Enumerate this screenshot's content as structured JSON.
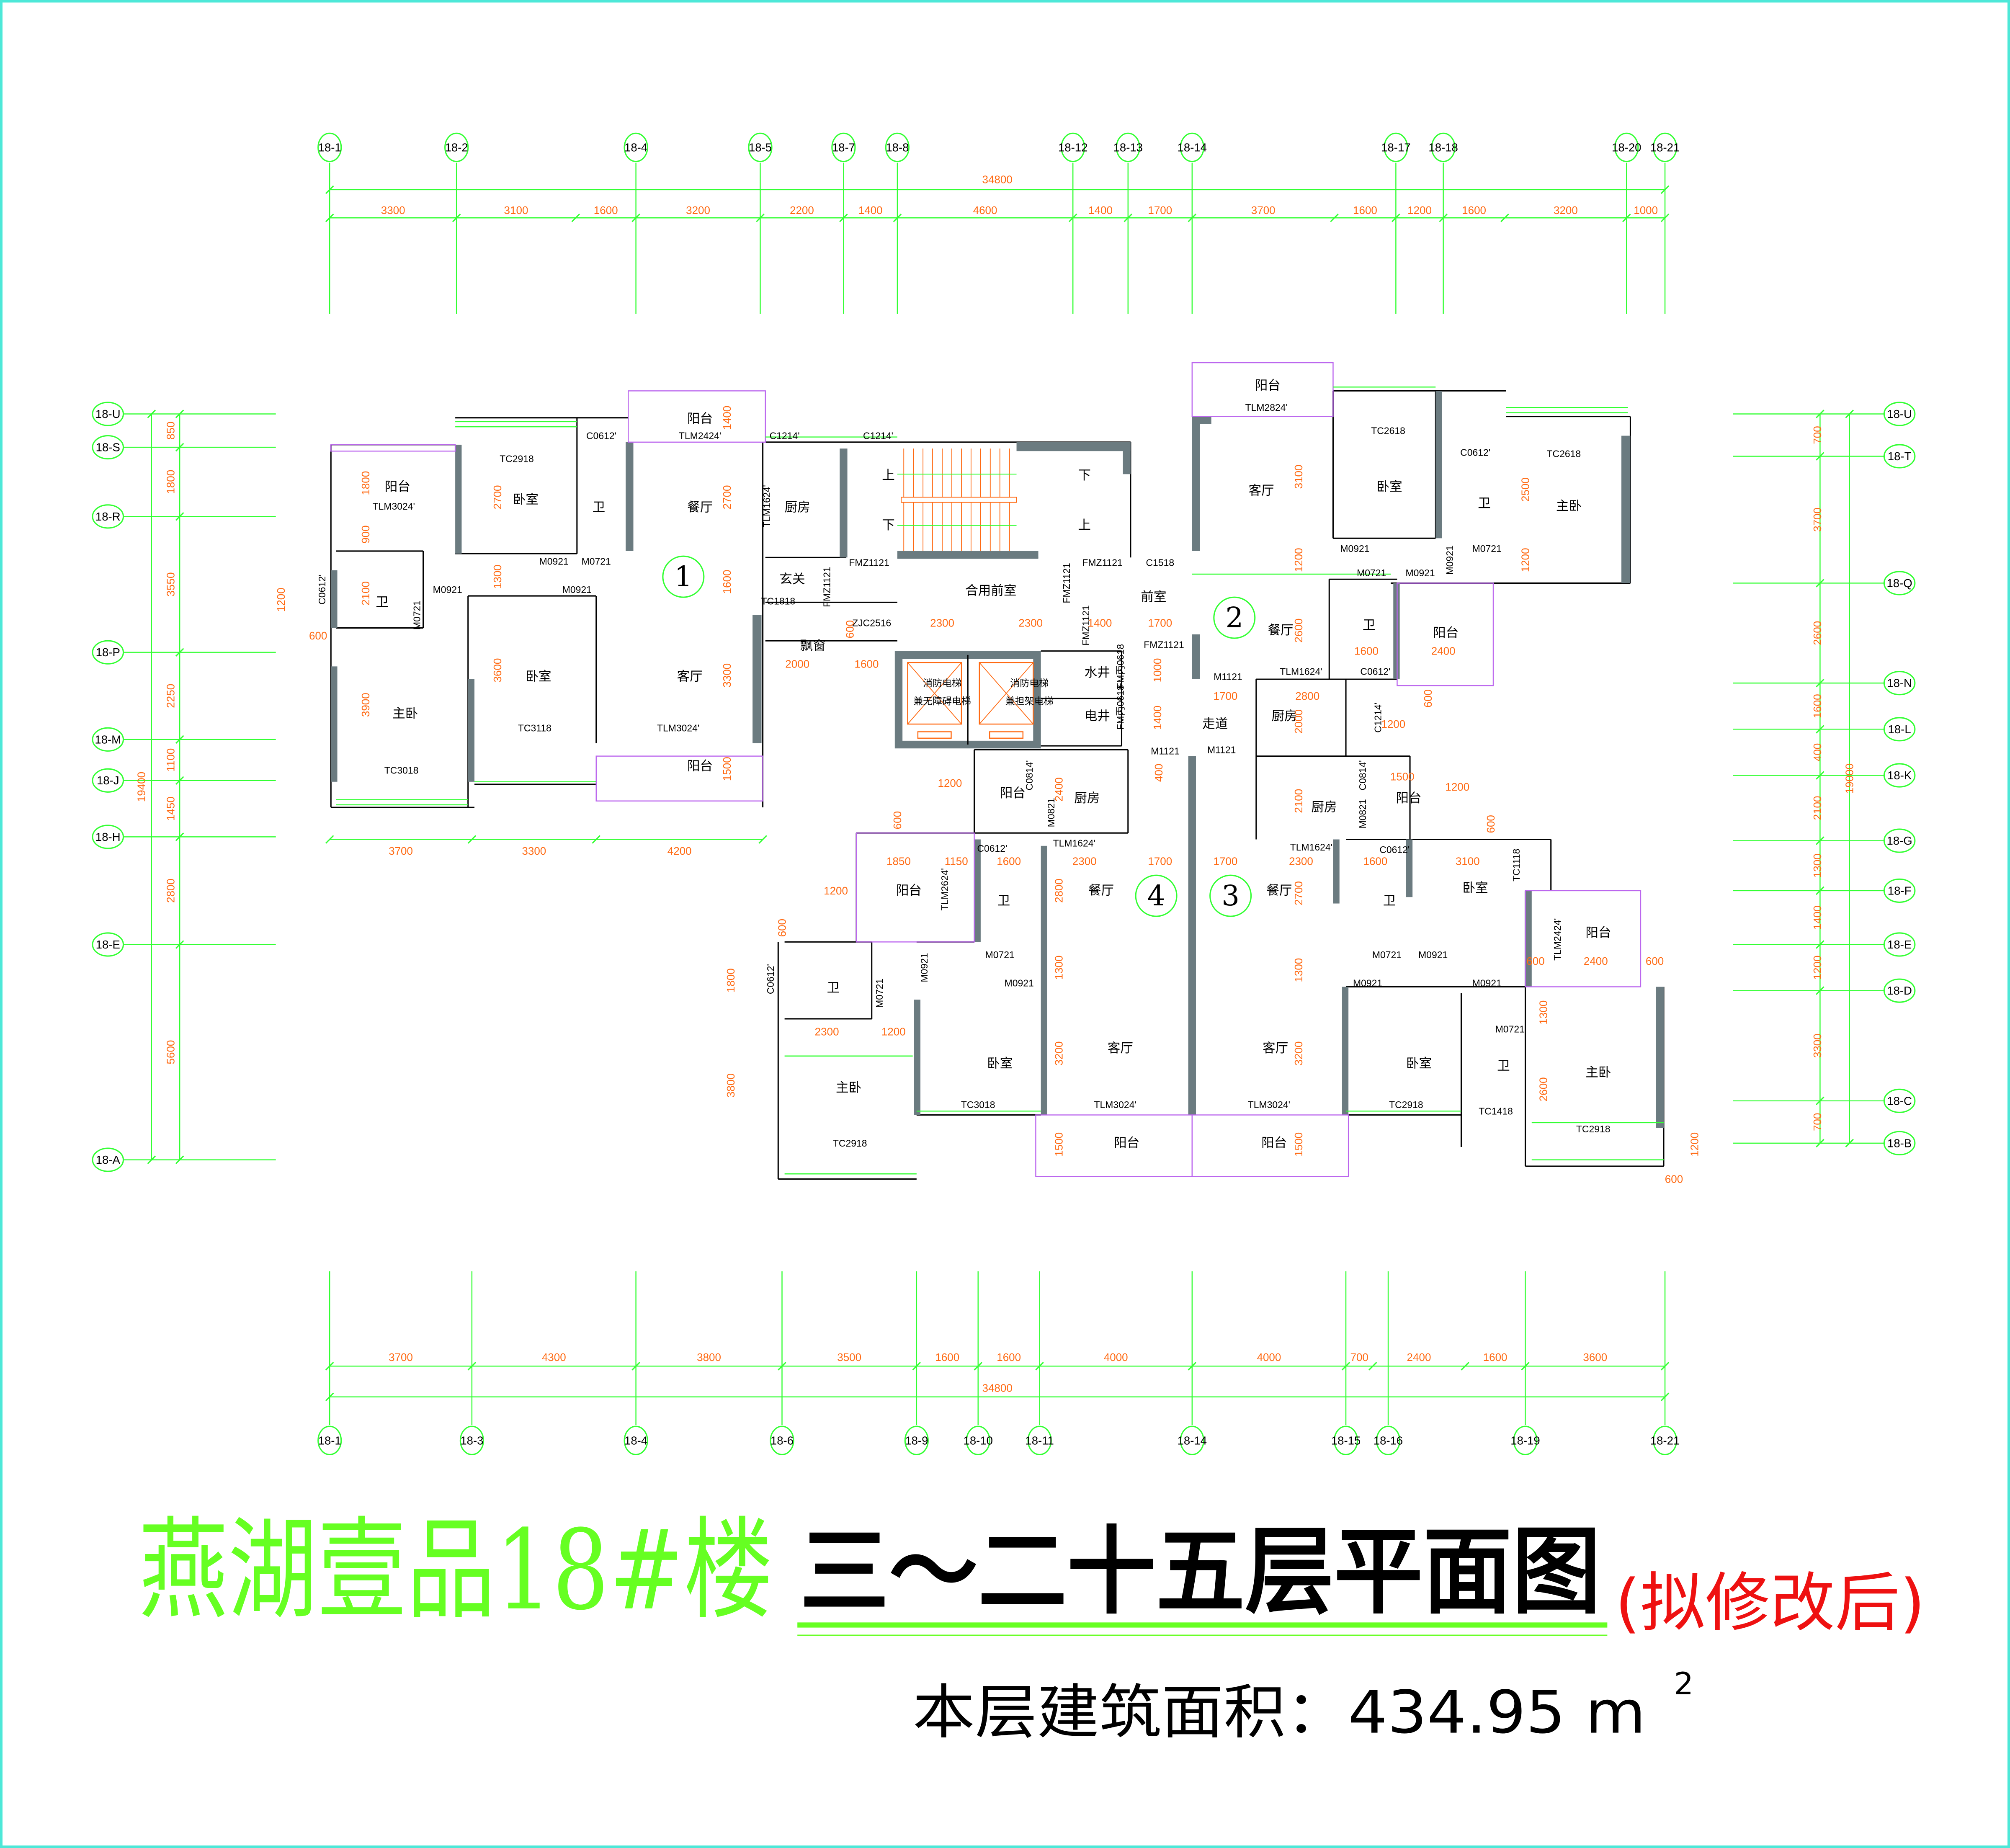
{
  "title": {
    "project": "燕湖壹品18#楼",
    "plan_name": "三～二十五层平面图",
    "note": "(拟修改后)",
    "area_label": "本层建筑面积：434.95 m",
    "area_sup": "2"
  },
  "colors": {
    "axis": "#33ff33",
    "dimension": "#ff6a13",
    "wall": "#6b7b80",
    "window": "#33ff33",
    "balcony": "#bb66ee",
    "stair": "#ff5511",
    "title_green": "#66ff22",
    "title_red": "#ee1111",
    "frame": "#4de8d8"
  },
  "axes": {
    "top": [
      "18-1",
      "18-2",
      "18-4",
      "18-5",
      "18-7",
      "18-8",
      "18-12",
      "18-13",
      "18-14",
      "18-17",
      "18-18",
      "18-20",
      "18-21"
    ],
    "bottom": [
      "18-1",
      "18-3",
      "18-4",
      "18-6",
      "18-9",
      "18-10",
      "18-11",
      "18-14",
      "18-15",
      "18-16",
      "18-19",
      "18-21"
    ],
    "left": [
      "18-U",
      "18-S",
      "18-R",
      "18-P",
      "18-M",
      "18-J",
      "18-H",
      "18-E",
      "18-A"
    ],
    "right": [
      "18-U",
      "18-T",
      "18-Q",
      "18-N",
      "18-L",
      "18-K",
      "18-G",
      "18-F",
      "18-E",
      "18-D",
      "18-C",
      "18-B"
    ]
  },
  "dimensions": {
    "top_total": "34800",
    "top": [
      "3300",
      "3100",
      "1600",
      "3200",
      "2200",
      "1400",
      "4600",
      "1400",
      "1700",
      "3700",
      "1600",
      "1200",
      "1600",
      "3200",
      "1000"
    ],
    "bottom_total": "34800",
    "bottom": [
      "3700",
      "4300",
      "3800",
      "3500",
      "1600",
      "1600",
      "4000",
      "4000",
      "700",
      "2400",
      "1600",
      "3600"
    ],
    "left_total": "19400",
    "left": [
      "850",
      "1800",
      "3550",
      "2250",
      "1100",
      "1450",
      "2800",
      "5600"
    ],
    "right_total": "19000",
    "right": [
      "700",
      "3700",
      "2600",
      "1600",
      "400",
      "2100",
      "1300",
      "1400",
      "1200",
      "3300",
      "700"
    ],
    "unit1_bottom": [
      "3700",
      "3300",
      "4200"
    ]
  },
  "units": [
    "1",
    "2",
    "3",
    "4"
  ],
  "plan_labels": [
    "阳台",
    "TLM3024'",
    "TC2918",
    "卧室",
    "C0612'",
    "阳台",
    "TLM2424'",
    "卫",
    "餐厅",
    "M0921",
    "M0721",
    "卫",
    "M0921",
    "M0921",
    "M0721",
    "主卧",
    "卧室",
    "客厅",
    "TC3118",
    "TLM3024'",
    "TC3018",
    "阳台",
    "C0612'",
    "1800",
    "900",
    "2100",
    "1200",
    "600",
    "3900",
    "2700",
    "1300",
    "3600",
    "1400",
    "2700",
    "1600",
    "3300",
    "1500",
    "C1214'",
    "C1214'",
    "TLM1624'",
    "厨房",
    "上",
    "下",
    "下",
    "上",
    "FMZ1121",
    "FMZ1121",
    "C1518",
    "玄关",
    "TC1818",
    "FMZ1121",
    "合用前室",
    "FMZ1121",
    "前室",
    "FMZ1121",
    "ZJC2516",
    "飘窗",
    "2300",
    "2300",
    "1400",
    "1700",
    "2000",
    "1600",
    "600",
    "消防电梯",
    "兼无障碍电梯",
    "消防电梯",
    "兼担架电梯",
    "水井",
    "电井",
    "FM丙0618",
    "FM丙0618",
    "FMZ1121",
    "1000",
    "1400",
    "M1121",
    "400",
    "阳台",
    "TLM2824'",
    "客厅",
    "3100",
    "TC2618",
    "卧室",
    "C0612'",
    "卫",
    "TC2618",
    "主卧",
    "2500",
    "1200",
    "M0921",
    "M0921",
    "M0721",
    "M0921",
    "M0721",
    "1200",
    "餐厅",
    "2600",
    "卫",
    "阳台",
    "1600",
    "2400",
    "C0612'",
    "TLM1624'",
    "M1121",
    "1700",
    "2800",
    "走道",
    "M1121",
    "厨房",
    "2000",
    "C1214'",
    "600",
    "1200",
    "C0814'",
    "阳台",
    "2400",
    "厨房",
    "M0821",
    "1200",
    "600",
    "C0612'",
    "TLM1624'",
    "1850",
    "1150",
    "1600",
    "2300",
    "1700",
    "阳台",
    "TLM2624'",
    "卫",
    "2800",
    "餐厅",
    "1200",
    "600",
    "M0721",
    "卫",
    "C0612'",
    "M0721",
    "M0921",
    "M0921",
    "1300",
    "1800",
    "2300",
    "1200",
    "卧室",
    "客厅",
    "3200",
    "主卧",
    "3800",
    "TC3018",
    "TLM3024'",
    "TC2918",
    "阳台",
    "1500",
    "1700",
    "2300",
    "阳台",
    "1500",
    "1200",
    "600",
    "厨房",
    "C0814'",
    "M0821",
    "2100",
    "TLM1624'",
    "C0612'",
    "1600",
    "3100",
    "TC1118",
    "餐厅",
    "2700",
    "卫",
    "卧室",
    "阳台",
    "TLM2424'",
    "2400",
    "600",
    "600",
    "M0721",
    "M0921",
    "M0921",
    "M0921",
    "1300",
    "1300",
    "M0721",
    "客厅",
    "3200",
    "卧室",
    "卫",
    "主卧",
    "2600",
    "TC1418",
    "TLM3024'",
    "TC2918",
    "TC2918",
    "阳台",
    "1500",
    "1200",
    "600"
  ]
}
